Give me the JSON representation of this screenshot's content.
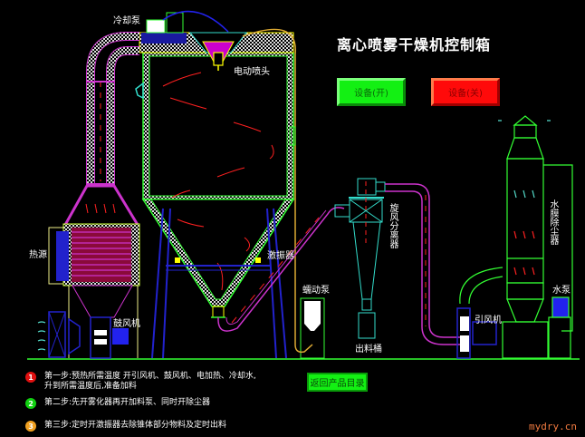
{
  "title": "离心喷雾干燥机控制箱",
  "buttons": {
    "device_on": "设备(开)",
    "device_off": "设备(关)",
    "back_to_catalog": "返回产品目录"
  },
  "components": {
    "cooling_pump": "冷却泵",
    "electric_nozzle": "电动喷头",
    "heat_source": "热源",
    "blower": "鼓风机",
    "vibrator": "激振器",
    "peristaltic_pump": "蠕动泵",
    "cyclone_separator": "旋风分离器",
    "discharge_bucket": "出料桶",
    "induced_draft_fan": "引风机",
    "water_film_dust_collector": "水膜除尘器",
    "water_pump": "水泵"
  },
  "steps": [
    {
      "num": "1",
      "color": "#e01010",
      "text": "第一步:预热所需温度   开引风机、鼓风机、电加热、冷却水,",
      "text2": "升到所需温度后,准备加料"
    },
    {
      "num": "2",
      "color": "#10d010",
      "text": "第二步:先开雾化器再开加料泵、同时开除尘器",
      "text2": ""
    },
    {
      "num": "3",
      "color": "#f0a020",
      "text": "第三步:定时开激振器去除锥体部分物料及定时出料",
      "text2": ""
    }
  ],
  "watermark": "mydry.cn",
  "colors": {
    "background": "#000000",
    "on_button": "#13f013",
    "off_button": "#ff0a0a",
    "chamber": "#33ff33",
    "duct": "#cc33cc",
    "frame": "#2222cc"
  }
}
